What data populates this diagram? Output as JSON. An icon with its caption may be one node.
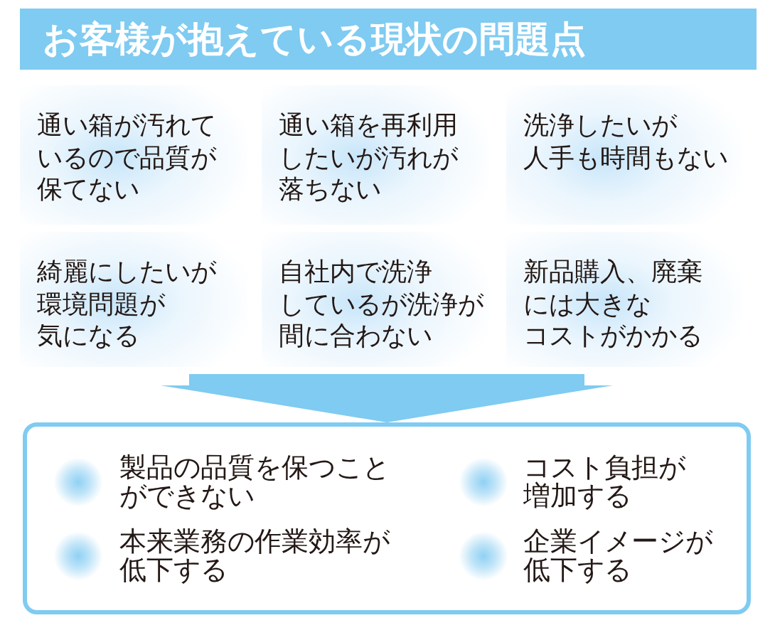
{
  "diagram": {
    "title": "お客様が抱えている現状の問題点",
    "nodes": [
      {
        "text": [
          "通い箱が汚れているので品質が保てない"
        ]
      },
      {
        "text": [
          "通い箱を再利用したいが汚れが落ちない"
        ]
      },
      {
        "text": [
          "洗浄したいが人手も時間もない"
        ]
      },
      {
        "text": [
          "綺麗にしたいが環境問題が気になる"
        ]
      },
      {
        "text": [
          "自社内で洗浄しているが洗浄が間に合わない"
        ]
      },
      {
        "text": [
          "新品購入、廃棄には大きなコストがかかる"
        ]
      },
      {
        "text": [
          "製品の品質を保つことができない",
          "コスト負担が増加する",
          "本来業務の作業効率が低下する",
          "企業イメージが低下する"
        ]
      }
    ],
    "edges": [
      {
        "from": null,
        "to": 6,
        "arrow": "to"
      }
    ]
  }
}
